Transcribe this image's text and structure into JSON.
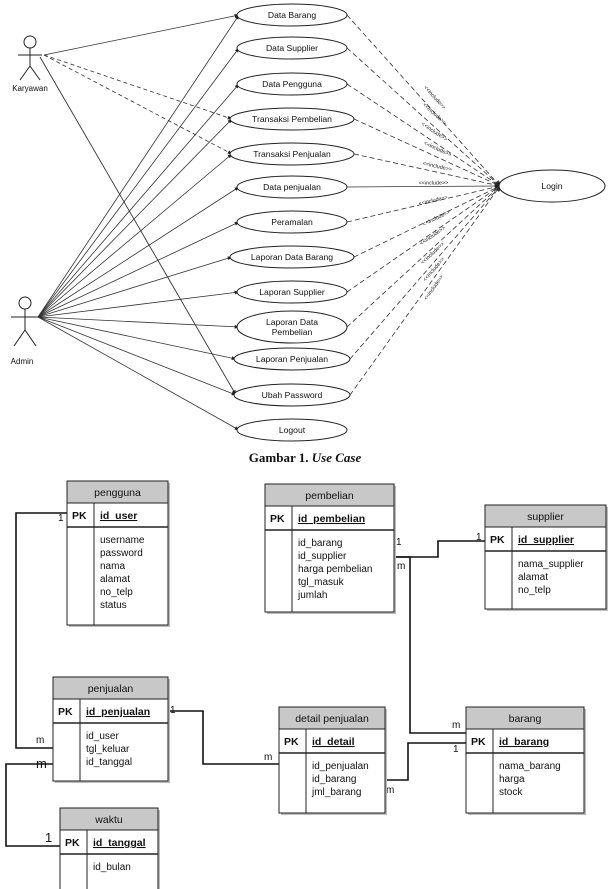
{
  "use_case": {
    "actors": [
      {
        "id": "karyawan",
        "label": "Karyawan"
      },
      {
        "id": "admin",
        "label": "Admin"
      }
    ],
    "use_cases": [
      "Data Barang",
      "Data Supplier",
      "Data Pengguna",
      "Transaksi Pembelian",
      "Transaksi Penjualan",
      "Data penjualan",
      "Peramalan",
      "Laporan Data Barang",
      "Laporan Supplier",
      "Laporan Data Pembelian",
      "Laporan Penjualan",
      "Ubah Password",
      "Logout"
    ],
    "login_label": "Login",
    "include_label": "<<include>>",
    "caption_prefix": "Gambar 1.",
    "caption_title": "Use Case"
  },
  "erd": {
    "pk_label": "PK",
    "entities": [
      {
        "id": "pengguna",
        "title": "pengguna",
        "pk": "id_user",
        "attributes": [
          "username",
          "password",
          "nama",
          "alamat",
          "no_telp",
          "status"
        ]
      },
      {
        "id": "pembelian",
        "title": "pembelian",
        "pk": "id_pembelian",
        "attributes": [
          "id_barang",
          "id_supplier",
          "harga pembelian",
          "tgl_masuk",
          "jumlah"
        ]
      },
      {
        "id": "supplier",
        "title": "supplier",
        "pk": "id_supplier",
        "attributes": [
          "nama_supplier",
          "alamat",
          "no_telp"
        ]
      },
      {
        "id": "penjualan",
        "title": "penjualan",
        "pk": "id_penjualan",
        "attributes": [
          "id_user",
          "tgl_keluar",
          "id_tanggal"
        ]
      },
      {
        "id": "detail",
        "title": "detail penjualan",
        "pk": "id_detail",
        "attributes": [
          "id_penjualan",
          "id_barang",
          "jml_barang"
        ]
      },
      {
        "id": "barang",
        "title": "barang",
        "pk": "id_barang",
        "attributes": [
          "nama_barang",
          "harga",
          "stock"
        ]
      },
      {
        "id": "waktu",
        "title": "waktu",
        "pk": "id_tanggal",
        "attributes": [
          "id_bulan"
        ]
      }
    ],
    "cardinalities": {
      "one": "1",
      "many": "m"
    }
  }
}
